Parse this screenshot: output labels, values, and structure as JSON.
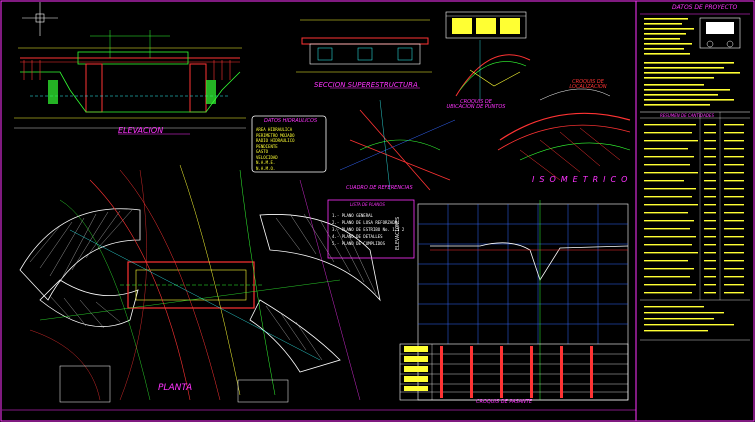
{
  "drawing": {
    "titles": {
      "elevacion": "ELEVACION",
      "seccion": "SECCION SUPERESTRUCTURA",
      "croquis_ubicacion": "CROQUIS DE UBICACION DE PUNTOS",
      "croquis_localizacion": "CROQUIS DE LOCALIZACION",
      "isometrico": "ISOMETRICO",
      "cuadro_referencias": "CUADRO DE REFERENCIAS",
      "planta": "PLANTA",
      "perfil": "CROQUIS DE PASANTE",
      "datos_proyecto": "DATOS DE PROYECTO",
      "datos_hidraulicos": "DATOS HIDRAULICOS",
      "lista_planos": "LISTA DE PLANOS",
      "resumen_cantidades": "RESUMEN DE CANTIDADES",
      "elevaciones_axis": "ELEVACIONES"
    },
    "plan_list": [
      "1.- PLANO GENERAL",
      "2.- PLANO DE LOSA REFORZADA",
      "3.- PLANO DE ESTRIBO No. 1 Y 2",
      "4.- PLANO DE DETALLES",
      "5.- PLANO DE CUMPLIDOS"
    ],
    "hydraulic_labels": [
      "AREA HIDRAULICA",
      "PERIMETRO MOJADO",
      "RADIO HIDRAULICO",
      "PENDIENTE",
      "GASTO",
      "VELOCIDAD",
      "N.A.M.E.",
      "N.A.M.O."
    ],
    "colors": {
      "background": "#000000",
      "magenta": "#ff33ff",
      "yellow": "#ffff33",
      "green": "#33ff33",
      "red": "#ff3333",
      "cyan": "#33ffff",
      "white": "#ffffff",
      "blue": "#3366ff",
      "gray": "#bbbbbb"
    }
  }
}
